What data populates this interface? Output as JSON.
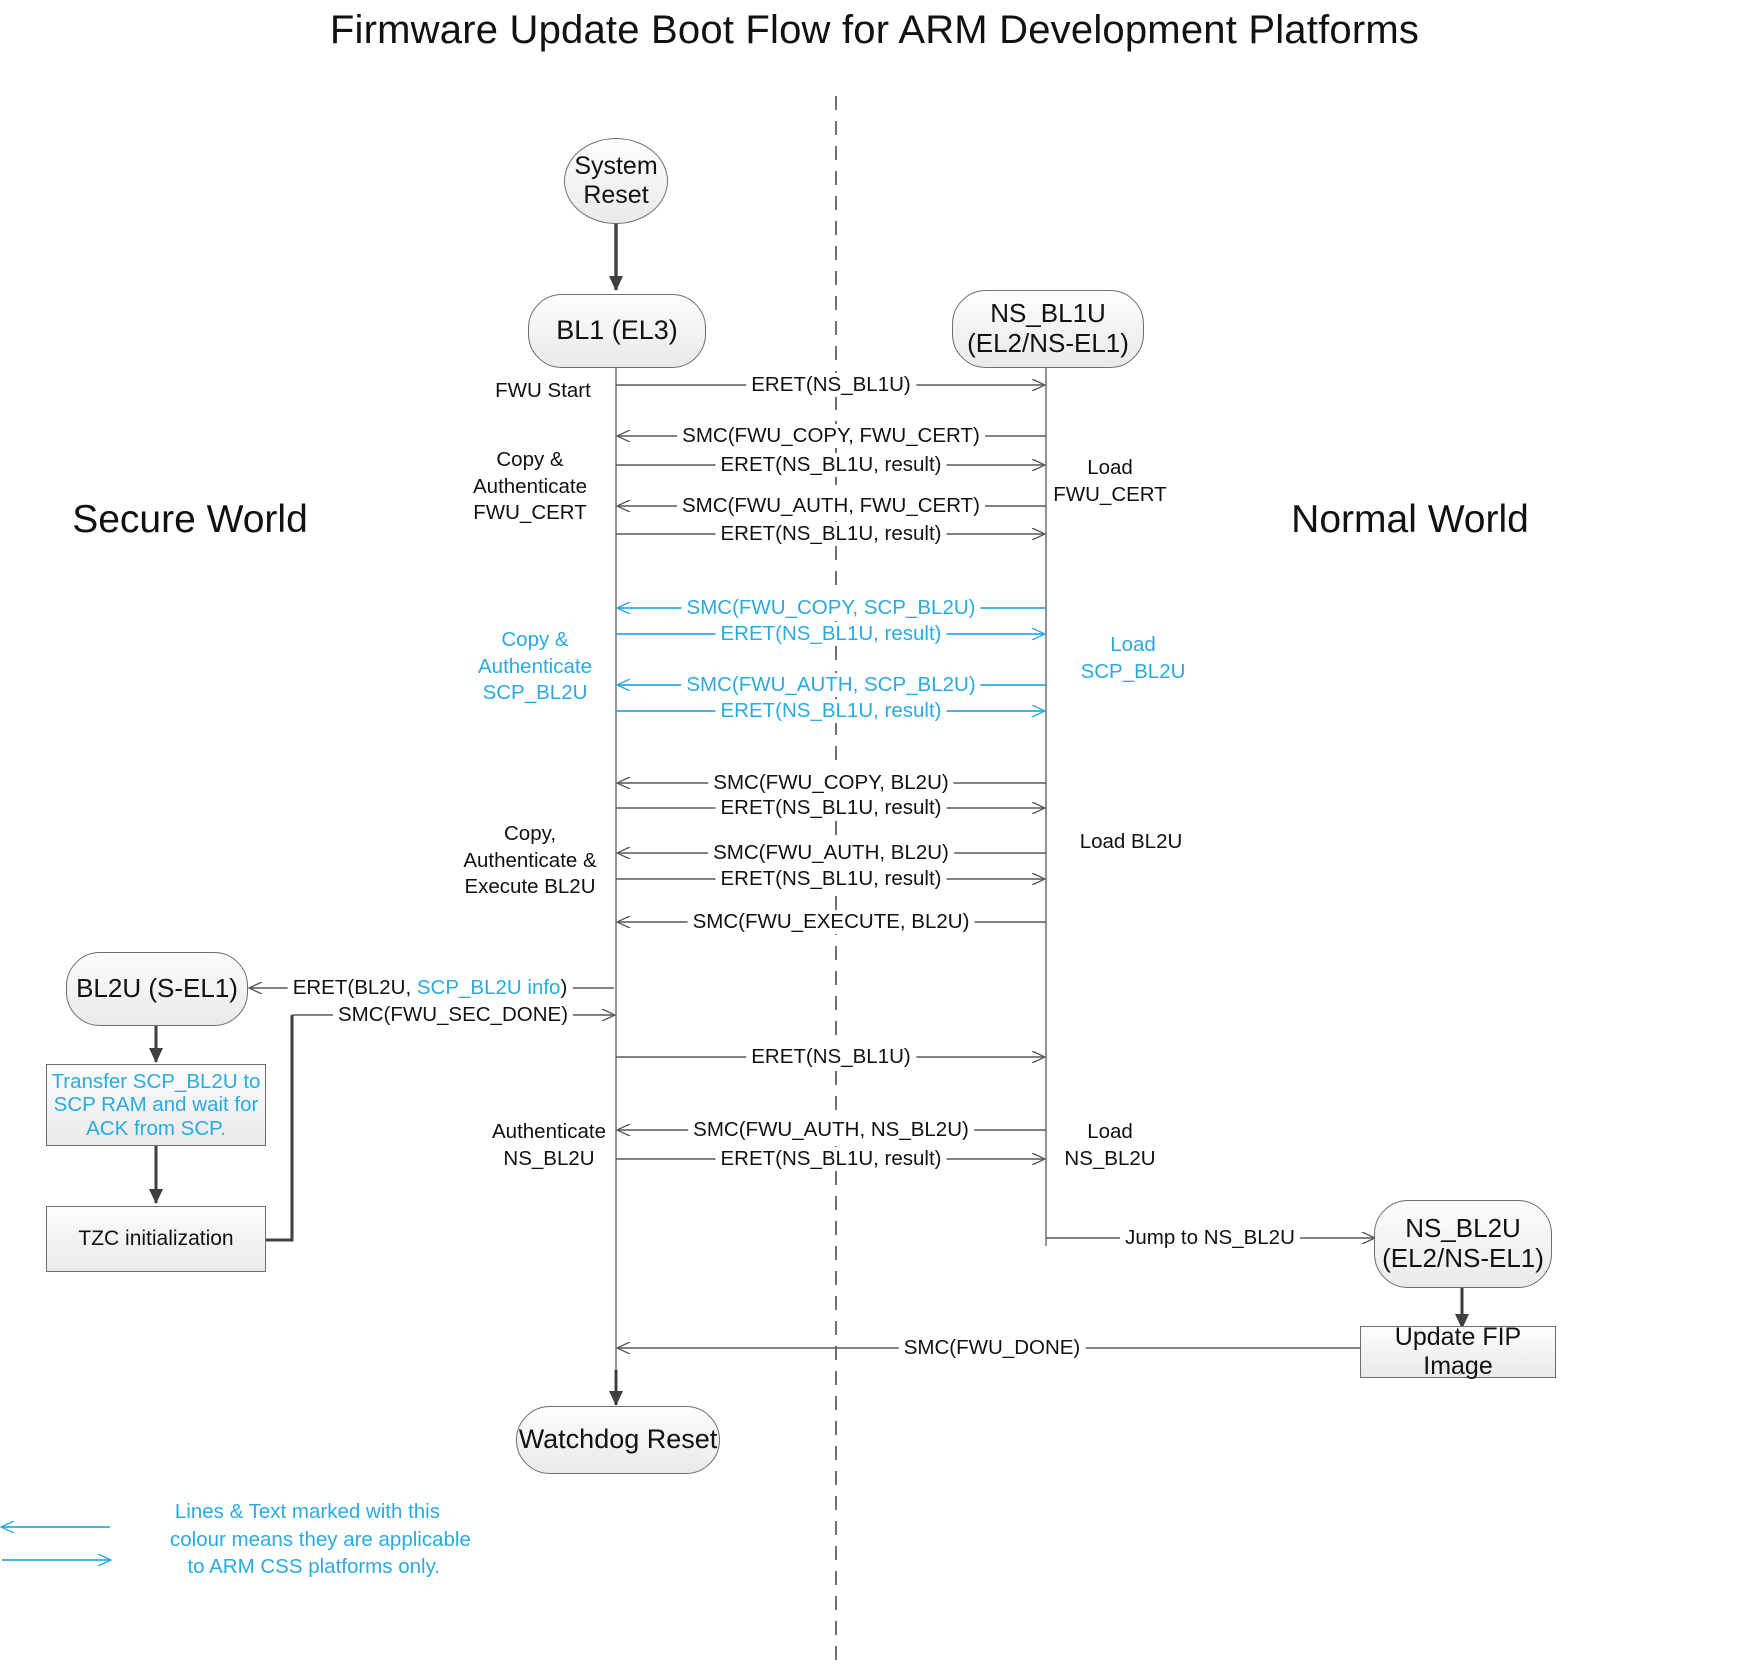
{
  "title": "Firmware Update Boot Flow for ARM Development Platforms",
  "colors": {
    "accent_cyan": "#29ABE2",
    "line": "#595959",
    "node_border": "#6e6e6e",
    "node_fill": "#f2f2f2",
    "text": "#111111"
  },
  "worlds": {
    "secure": "Secure\nWorld",
    "normal": "Normal\nWorld"
  },
  "nodes": {
    "system_reset": "System\nReset",
    "bl1": "BL1\n(EL3)",
    "ns_bl1u": "NS_BL1U\n(EL2/NS-EL1)",
    "bl2u": "BL2U\n(S-EL1)",
    "ns_bl2u": "NS_BL2U\n(EL2/NS-EL1)",
    "transfer_scp": "Transfer SCP_BL2U to\nSCP RAM and wait for\nACK from SCP.",
    "tzc_init": "TZC initialization",
    "update_fip": "Update FIP Image",
    "watchdog_reset": "Watchdog Reset"
  },
  "messages": [
    {
      "id": "m1",
      "text": "ERET(NS_BL1U)",
      "dir": "right",
      "cyan": false
    },
    {
      "id": "m2",
      "text": "SMC(FWU_COPY, FWU_CERT)",
      "dir": "left",
      "cyan": false
    },
    {
      "id": "m3",
      "text": "ERET(NS_BL1U, result)",
      "dir": "right",
      "cyan": false
    },
    {
      "id": "m4",
      "text": "SMC(FWU_AUTH, FWU_CERT)",
      "dir": "left",
      "cyan": false
    },
    {
      "id": "m5",
      "text": "ERET(NS_BL1U, result)",
      "dir": "right",
      "cyan": false
    },
    {
      "id": "m6",
      "text": "SMC(FWU_COPY, SCP_BL2U)",
      "dir": "left",
      "cyan": true
    },
    {
      "id": "m7",
      "text": "ERET(NS_BL1U, result)",
      "dir": "right",
      "cyan": true
    },
    {
      "id": "m8",
      "text": "SMC(FWU_AUTH, SCP_BL2U)",
      "dir": "left",
      "cyan": true
    },
    {
      "id": "m9",
      "text": "ERET(NS_BL1U, result)",
      "dir": "right",
      "cyan": true
    },
    {
      "id": "m10",
      "text": "SMC(FWU_COPY, BL2U)",
      "dir": "left",
      "cyan": false
    },
    {
      "id": "m11",
      "text": "ERET(NS_BL1U, result)",
      "dir": "right",
      "cyan": false
    },
    {
      "id": "m12",
      "text": "SMC(FWU_AUTH, BL2U)",
      "dir": "left",
      "cyan": false
    },
    {
      "id": "m13",
      "text": "ERET(NS_BL1U, result)",
      "dir": "right",
      "cyan": false
    },
    {
      "id": "m14",
      "text": "SMC(FWU_EXECUTE, BL2U)",
      "dir": "left",
      "cyan": false
    },
    {
      "id": "m15",
      "text_pre": "ERET(BL2U, ",
      "text_cyan": "SCP_BL2U info",
      "text_post": ")",
      "dir": "left",
      "cyan": false
    },
    {
      "id": "m16",
      "text": "SMC(FWU_SEC_DONE)",
      "dir": "right",
      "cyan": false
    },
    {
      "id": "m17",
      "text": "ERET(NS_BL1U)",
      "dir": "right",
      "cyan": false
    },
    {
      "id": "m18",
      "text": "SMC(FWU_AUTH, NS_BL2U)",
      "dir": "left",
      "cyan": false
    },
    {
      "id": "m19",
      "text": "ERET(NS_BL1U, result)",
      "dir": "right",
      "cyan": false
    },
    {
      "id": "m20",
      "text": "Jump to NS_BL2U",
      "dir": "right",
      "cyan": false
    },
    {
      "id": "m21",
      "text": "SMC(FWU_DONE)",
      "dir": "left",
      "cyan": false
    }
  ],
  "side_labels": {
    "fwu_start": "FWU Start",
    "copy_auth_cert": "Copy &\nAuthenticate\nFWU_CERT",
    "load_fwu_cert": "Load\nFWU_CERT",
    "copy_auth_scp": "Copy &\nAuthenticate\nSCP_BL2U",
    "load_scp_bl2u": "Load\nSCP_BL2U",
    "copy_auth_exec_bl2u": "Copy,\nAuthenticate &\nExecute BL2U",
    "load_bl2u": "Load BL2U",
    "auth_ns_bl2u": "Authenticate\nNS_BL2U",
    "load_ns_bl2u": "Load\nNS_BL2U"
  },
  "legend": {
    "text": "Lines & Text marked with this\ncolour means they are applicable\nto ARM CSS platforms only."
  }
}
